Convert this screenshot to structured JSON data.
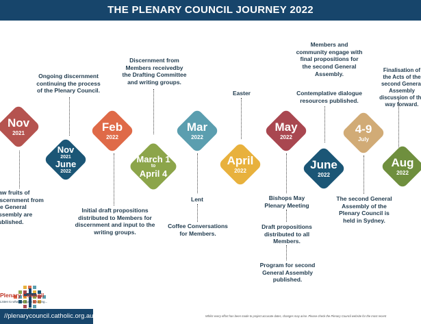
{
  "header": {
    "title": "THE PLENARY COUNCIL JOURNEY 2022"
  },
  "milestones": [
    {
      "id": "nov2021",
      "month": "Nov",
      "year": "2021",
      "color": "#b5534f"
    },
    {
      "id": "novjune",
      "month": "Nov",
      "year": "2021",
      "month2": "June",
      "year2": "2022",
      "color": "#1b5676"
    },
    {
      "id": "feb",
      "month": "Feb",
      "year": "2022",
      "color": "#df6a48"
    },
    {
      "id": "march1april4",
      "line1": "March 1",
      "line2": "to",
      "line3": "April 4",
      "color": "#8ca54a"
    },
    {
      "id": "mar",
      "month": "Mar",
      "year": "2022",
      "color": "#5b9eaf"
    },
    {
      "id": "april",
      "month": "April",
      "year": "2022",
      "color": "#e8b13d"
    },
    {
      "id": "may",
      "month": "May",
      "year": "2022",
      "color": "#a94750"
    },
    {
      "id": "june",
      "month": "June",
      "year": "2022",
      "color": "#1b5676"
    },
    {
      "id": "july",
      "month": "4-9",
      "year": "July",
      "color": "#d1ab76"
    },
    {
      "id": "aug",
      "month": "Aug",
      "year": "2022",
      "color": "#6f8f3e"
    }
  ],
  "notes": {
    "ongoing": "Ongoing discernment continuing the process of the Plenary Council.",
    "discernment": "Discernment from Members receivedby the Drafting Committee and writing groups.",
    "easter": "Easter",
    "members_engage": "Members and community engage with final propositions for the second General Assembly.",
    "contemplative": "Contemplative dialogue resources published.",
    "finalisation": "Finalisation of the Acts of the second General Assembly discussion of the way forward.",
    "raw_fruits": "Raw fruits of discernment from the General Assembly are published.",
    "initial_draft": "Initial draft propositions distributed to Members for discernment and input to the writing groups.",
    "lent": "Lent",
    "coffee": "Coffee Conversations for Members.",
    "bishops": "Bishops May Plenary Meeting",
    "draft_props": "Draft propositions distributed to all Members.",
    "program": "Program for second General Assembly published.",
    "second_ga": "The second General Assembly of the Plenary Council is held in Sydney."
  },
  "footer": {
    "logo_name": "Plenary Council",
    "logo_tagline": "Listen to what the Spirit is saying...",
    "url": "//plenarycouncil.catholic.org.au/",
    "disclaimer": "Whilst every effort has been made to project accurate dates, changes may arise. Please check the Plenary Council website for the most recent"
  }
}
